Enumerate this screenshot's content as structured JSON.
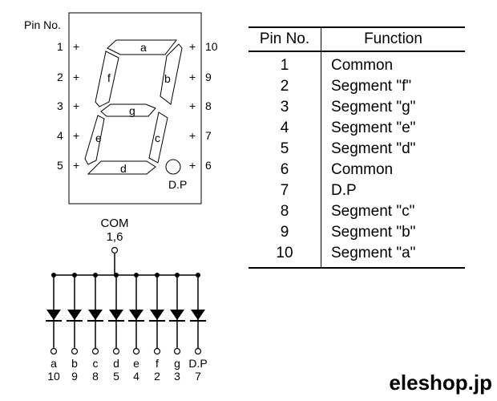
{
  "pin_label": "Pin No.",
  "left_pins": [
    "1",
    "2",
    "3",
    "4",
    "5"
  ],
  "right_pins": [
    "10",
    "9",
    "8",
    "7",
    "6"
  ],
  "plus_sign": "+",
  "segments": {
    "a": "a",
    "b": "b",
    "c": "c",
    "d": "d",
    "e": "e",
    "f": "f",
    "g": "g"
  },
  "dp_label": "D.P",
  "com_label": "COM",
  "com_pins": "1,6",
  "diodes": [
    {
      "seg": "a",
      "pin": "10"
    },
    {
      "seg": "b",
      "pin": "9"
    },
    {
      "seg": "c",
      "pin": "8"
    },
    {
      "seg": "d",
      "pin": "5"
    },
    {
      "seg": "e",
      "pin": "4"
    },
    {
      "seg": "f",
      "pin": "2"
    },
    {
      "seg": "g",
      "pin": "3"
    },
    {
      "seg": "D.P",
      "pin": "7"
    }
  ],
  "table": {
    "header_pin": "Pin No.",
    "header_function": "Function",
    "rows": [
      {
        "pin": "1",
        "function": "Common"
      },
      {
        "pin": "2",
        "function": "Segment \"f\""
      },
      {
        "pin": "3",
        "function": "Segment \"g\""
      },
      {
        "pin": "4",
        "function": "Segment \"e\""
      },
      {
        "pin": "5",
        "function": "Segment \"d\""
      },
      {
        "pin": "6",
        "function": "Common"
      },
      {
        "pin": "7",
        "function": "D.P"
      },
      {
        "pin": "8",
        "function": "Segment \"c\""
      },
      {
        "pin": "9",
        "function": "Segment \"b\""
      },
      {
        "pin": "10",
        "function": "Segment \"a\""
      }
    ]
  },
  "brand": "eleshop.jp"
}
